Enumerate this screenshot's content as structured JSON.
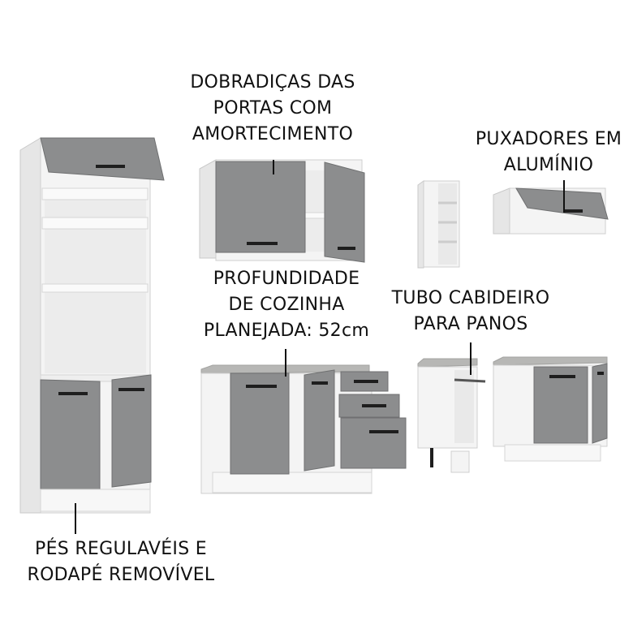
{
  "labels": {
    "hinges": [
      "DOBRADIÇAS DAS",
      "PORTAS COM",
      "AMORTECIMENTO"
    ],
    "handles": [
      "PUXADORES EM",
      "ALUMÍNIO"
    ],
    "depth": [
      "PROFUNDIDADE",
      "DE COZINHA",
      "PLANEJADA: 52cm"
    ],
    "towel_rail": [
      "TUBO CABIDEIRO",
      "PARA PANOS"
    ],
    "feet": [
      "PÉS REGULAVÉIS E",
      "RODAPÉ REMOVÍVEL"
    ]
  },
  "colors": {
    "cabinet_body": "#f4f4f4",
    "cabinet_edge": "#c9c9c9",
    "door_gray": "#8c8d8e",
    "door_dark": "#6f7071",
    "handle": "#1e1e1e",
    "countertop": "#b7b7b5",
    "callout_line": "#111111"
  }
}
